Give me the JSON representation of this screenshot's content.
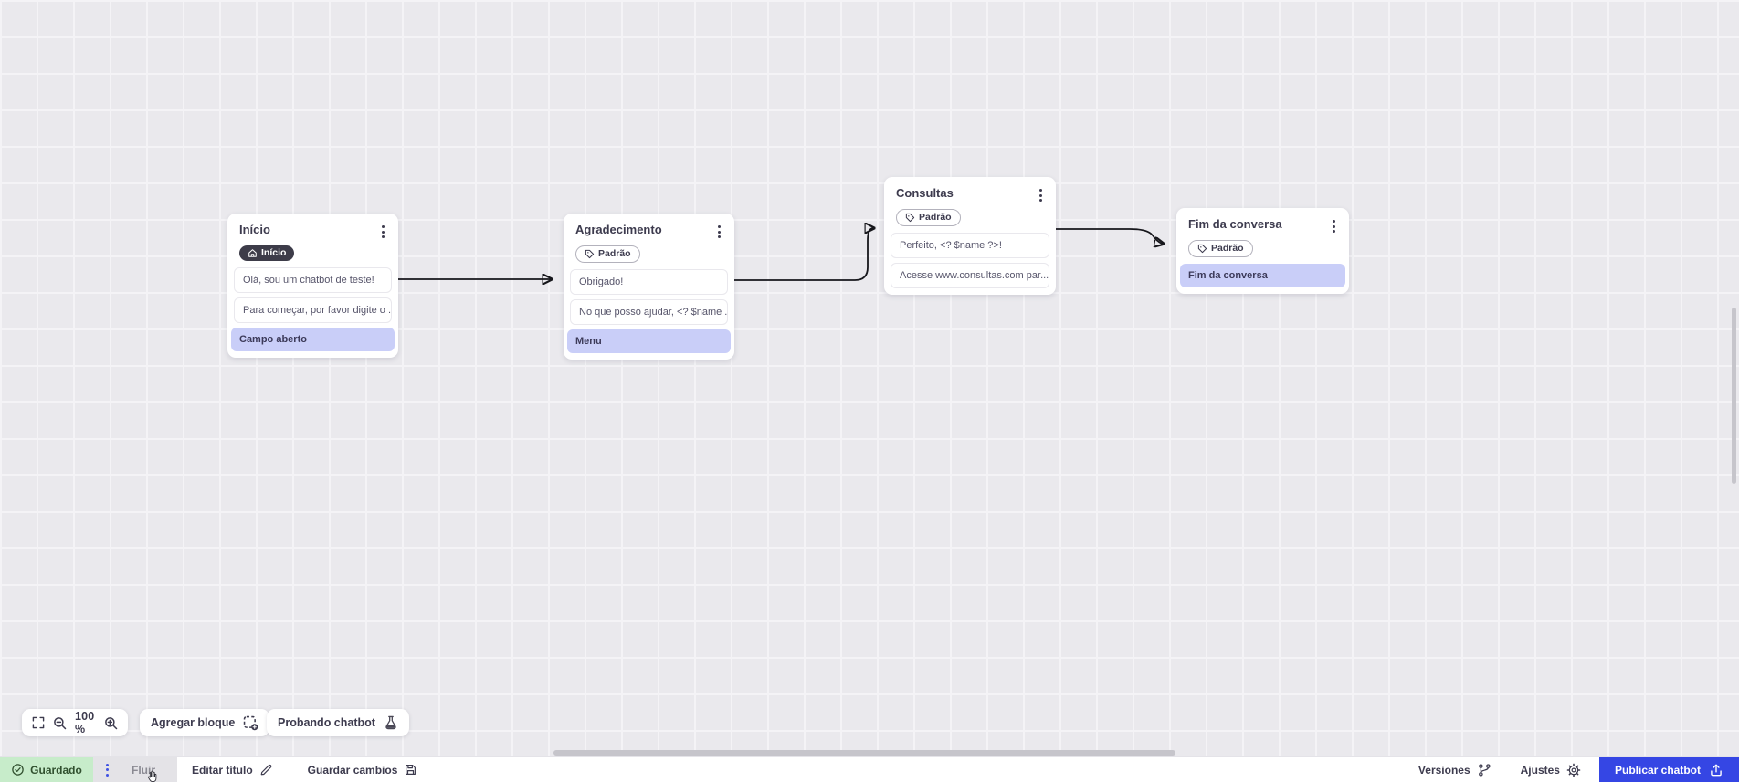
{
  "canvas": {
    "nodes": [
      {
        "title": "Início",
        "badge": {
          "label": "Início",
          "icon": "home-icon",
          "style": "dark"
        },
        "rows": [
          {
            "type": "message",
            "text": "Olá, sou um chatbot de teste!"
          },
          {
            "type": "message",
            "text": "Para começar, por favor digite o ..."
          },
          {
            "type": "action",
            "text": "Campo aberto"
          }
        ]
      },
      {
        "title": "Agradecimento",
        "badge": {
          "label": "Padrão",
          "icon": "tag-icon",
          "style": "outline"
        },
        "rows": [
          {
            "type": "message",
            "text": "Obrigado!"
          },
          {
            "type": "message",
            "text": "No que posso ajudar, <? $name ..."
          },
          {
            "type": "action",
            "text": "Menu"
          }
        ]
      },
      {
        "title": "Consultas",
        "badge": {
          "label": "Padrão",
          "icon": "tag-icon",
          "style": "outline"
        },
        "rows": [
          {
            "type": "message",
            "text": "Perfeito, <? $name ?>!"
          },
          {
            "type": "message",
            "text": "Acesse www.consultas.com par..."
          }
        ]
      },
      {
        "title": "Fim da conversa",
        "badge": {
          "label": "Padrão",
          "icon": "tag-icon",
          "style": "outline"
        },
        "rows": [
          {
            "type": "action",
            "text": "Fim da conversa"
          }
        ]
      }
    ]
  },
  "toolbar": {
    "zoom_level": "100 %",
    "add_block_label": "Agregar bloque",
    "test_chatbot_label": "Probando chatbot"
  },
  "statusbar": {
    "saved_label": "Guardado",
    "flow_label": "Fluir",
    "edit_title_label": "Editar título",
    "save_changes_label": "Guardar cambios",
    "versions_label": "Versiones",
    "settings_label": "Ajustes",
    "publish_label": "Publicar chatbot"
  },
  "colors": {
    "accent_blue": "#3546e4",
    "action_lavender": "#c9cef8",
    "saved_green": "#c7ecca",
    "badge_dark": "#3d3c49"
  }
}
